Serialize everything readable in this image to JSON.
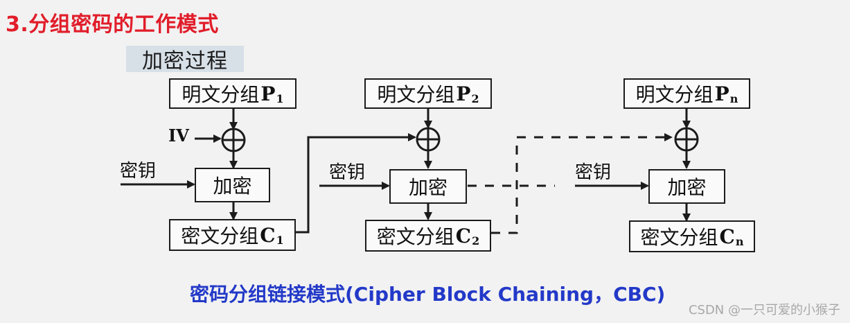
{
  "page": {
    "title": "3.分组密码的工作模式",
    "subtitle": "加密过程",
    "mode_name": "密码分组链接模式(Cipher Block Chaining，CBC)",
    "watermark": "CSDN @一只可爱的小猴子"
  },
  "diagram": {
    "blocks": [
      {
        "plaintext": {
          "label": "明文分组",
          "var": "P",
          "sub": "1"
        },
        "key": "密钥",
        "encrypt": "加密",
        "ciphertext": {
          "label": "密文分组",
          "var": "C",
          "sub": "1"
        },
        "iv": "IV"
      },
      {
        "plaintext": {
          "label": "明文分组",
          "var": "P",
          "sub": "2"
        },
        "key": "密钥",
        "encrypt": "加密",
        "ciphertext": {
          "label": "密文分组",
          "var": "C",
          "sub": "2"
        }
      },
      {
        "plaintext": {
          "label": "明文分组",
          "var": "P",
          "sub": "n"
        },
        "key": "密钥",
        "encrypt": "加密",
        "ciphertext": {
          "label": "密文分组",
          "var": "C",
          "sub": "n"
        }
      }
    ]
  },
  "colors": {
    "title": "#e11d2a",
    "mode_name": "#2339c8",
    "label_bg": "#d7dfe7",
    "line": "#1b1b1b",
    "background": "#f2f2f2"
  }
}
